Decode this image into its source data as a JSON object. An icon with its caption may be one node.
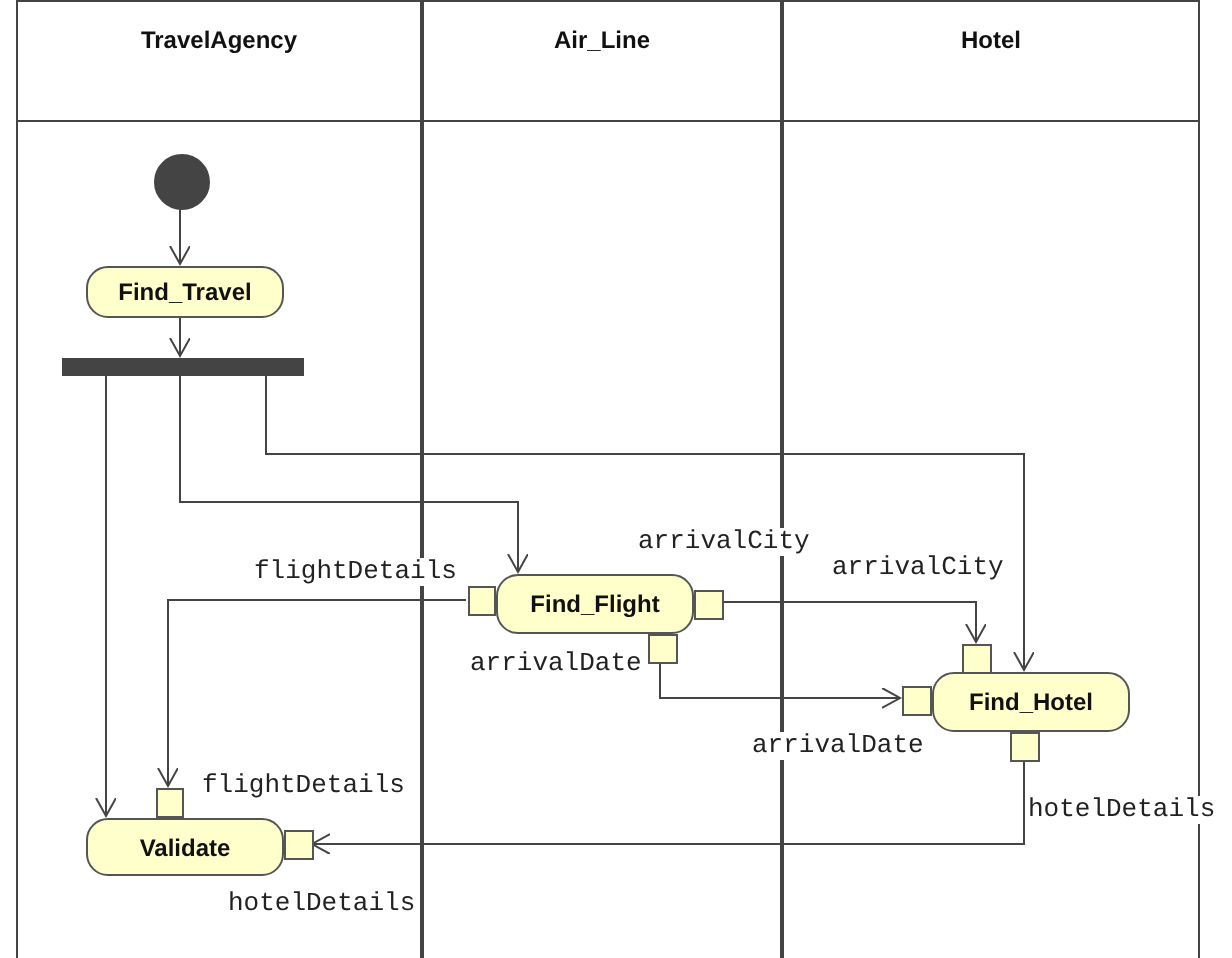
{
  "diagram": {
    "nodes": [
      {
        "text": [
          "TravelAgency"
        ]
      },
      {
        "text": [
          "Air_Line"
        ]
      },
      {
        "text": [
          "Hotel"
        ]
      },
      {
        "text": [],
        "shape": "circle",
        "in": 0
      },
      {
        "text": [
          "Find_Travel"
        ],
        "in": 0
      },
      {
        "text": [],
        "shape": "bar",
        "in": 0
      },
      {
        "text": [
          "Find_Flight"
        ],
        "in": 1
      },
      {
        "text": [
          "Find_Hotel"
        ],
        "in": 2
      },
      {
        "text": [
          "Validate"
        ],
        "in": 0
      },
      {
        "text": [],
        "shape": "box",
        "beside": [
          "flightDetails"
        ],
        "in": 1
      },
      {
        "text": [],
        "shape": "box",
        "in": 1
      },
      {
        "text": [],
        "shape": "box",
        "beside": [
          "arrivalDate"
        ],
        "in": 1
      },
      {
        "text": [],
        "shape": "box",
        "beside": [
          "arrivalCity"
        ],
        "in": 2
      },
      {
        "text": [],
        "shape": "box",
        "beside": [
          "arrivalDate"
        ],
        "in": 2
      },
      {
        "text": [],
        "shape": "box",
        "beside": [
          "hotelDetails"
        ],
        "in": 2
      },
      {
        "text": [],
        "shape": "box",
        "beside": [
          "flightDetails"
        ],
        "in": 0
      },
      {
        "text": [],
        "shape": "box",
        "in": 0
      }
    ],
    "labels": [
      "arrivalCity",
      "hotelDetails"
    ],
    "edges": [
      {
        "from": 3,
        "to": 4,
        "arrow": "to"
      },
      {
        "from": 4,
        "to": 5,
        "arrow": "to"
      },
      {
        "from": 5,
        "to": 8,
        "arrow": "to"
      },
      {
        "from": 5,
        "to": 6,
        "arrow": "to"
      },
      {
        "from": 5,
        "to": 7,
        "arrow": "to"
      },
      {
        "from": 9,
        "to": 15,
        "arrow": "to"
      },
      {
        "from": 10,
        "to": 12,
        "arrow": "to"
      },
      {
        "from": 11,
        "to": 13,
        "arrow": "to"
      },
      {
        "from": 14,
        "to": 16,
        "arrow": "to"
      }
    ]
  }
}
